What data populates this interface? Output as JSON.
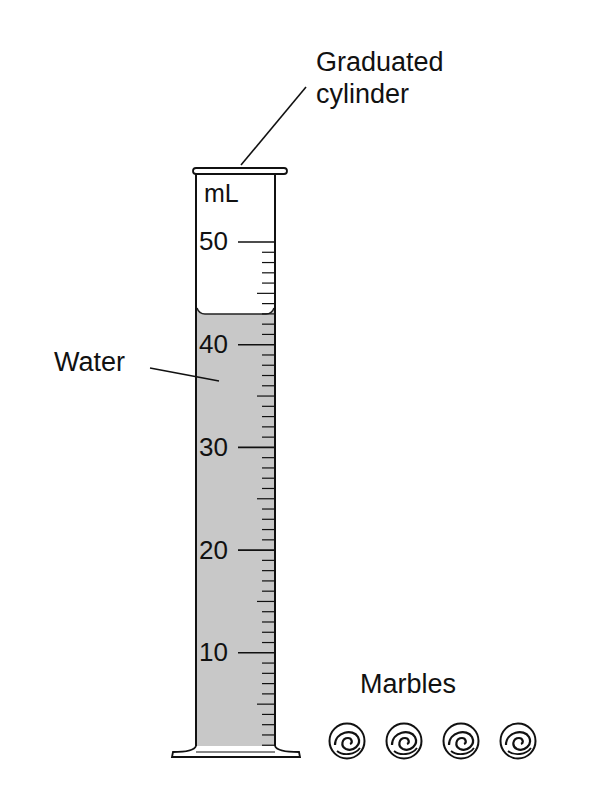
{
  "diagram": {
    "labels": [
      "Graduated cylinder",
      "mL",
      "50",
      "40",
      "30",
      "20",
      "10",
      "Water",
      "Marbles"
    ]
  }
}
